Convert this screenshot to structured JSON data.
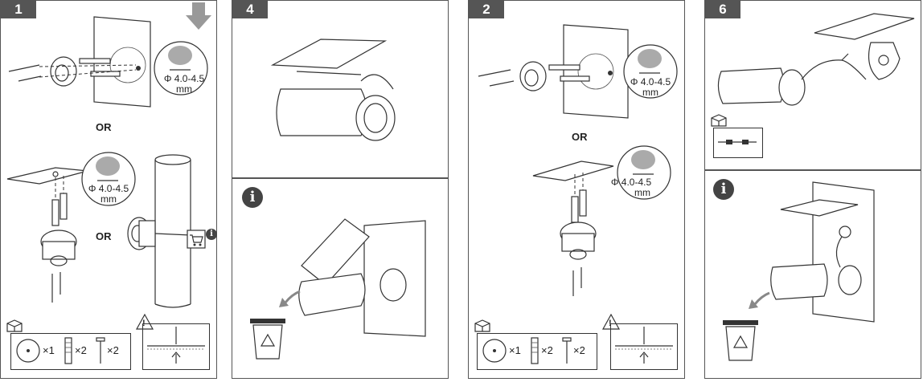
{
  "steps": {
    "step1": "1",
    "step4": "4",
    "step2": "2",
    "step6": "6"
  },
  "or_label": "OR",
  "drill_spec": {
    "size": "Φ 4.0-4.5",
    "unit": "mm"
  },
  "info_glyph": "i",
  "kit": {
    "anchor_qty": "×1",
    "plug_qty": "×2",
    "screw_qty": "×2"
  },
  "warning_glyph": "!",
  "icons": [
    "arrow-down-icon",
    "magnifier-circle-icon",
    "cart-icon",
    "box-icon",
    "warning-icon",
    "recycle-bin-icon",
    "info-icon"
  ],
  "colors": {
    "badge": "#555555",
    "line": "#333333",
    "accent_gray": "#aaaaaa"
  }
}
